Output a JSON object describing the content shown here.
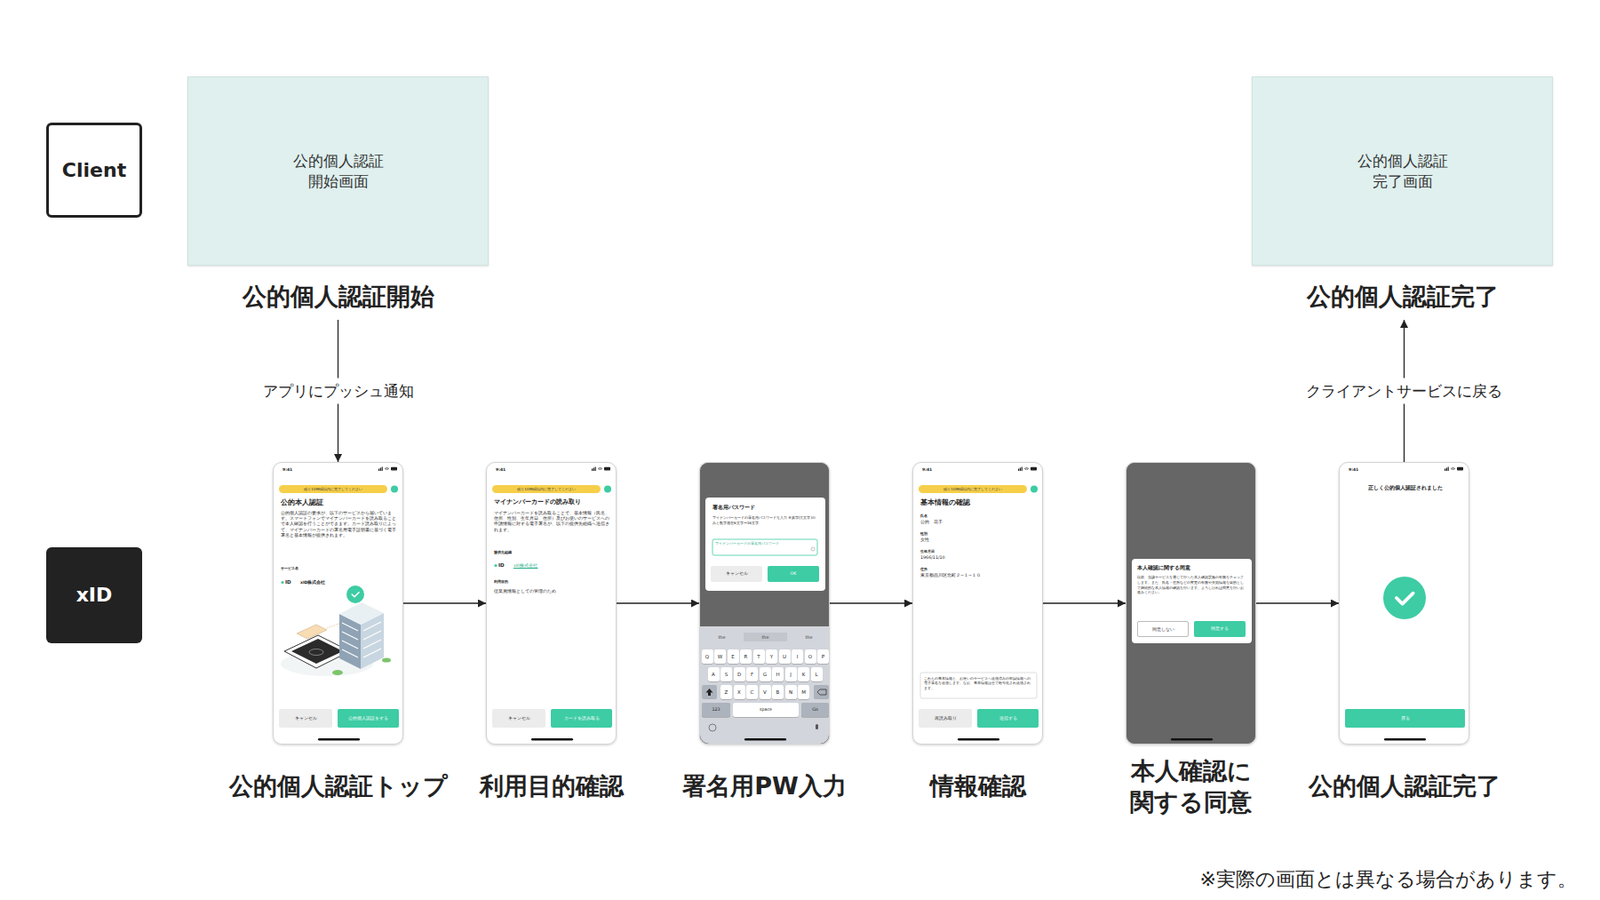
{
  "diagram": {
    "nodes": [
      {
        "text": [
          "Client"
        ]
      },
      {
        "text": [
          "公的個人認証 開始画面",
          "公的個人認証開始"
        ]
      },
      {
        "text": [
          "公的個人認証 完了画面",
          "公的個人認証完了"
        ]
      },
      {
        "text": [
          "xID"
        ]
      },
      {
        "text": [
          "公的個人認証トップ",
          "9:41",
          "残り10時間以内に完了してください",
          "公的本人認証",
          "公的個人認証の要求が、以下のサービスから届いています。スマートフォンでマイナンバーカードを読み取ることで本人確認を行うことができます。カード読み取りによって、マイナンバーカードの署名用電子証明書に基づく電子署名と基本情報が提供されます。",
          "サービス名",
          "ID",
          "xID株式会社",
          "キャンセル",
          "公的個人認証をする"
        ]
      },
      {
        "text": [
          "利用目的確認",
          "9:41",
          "残り10時間以内に完了してください",
          "マイナンバーカードの読み取り",
          "マイナンバーカードを読み取ることで、基本情報（氏名、住所、性別、生年月日、住所）及びお使いのサービスへの申請情報に対する電子署名が、以下の提供先組織へ送信されます。",
          "提供先組織",
          "ID",
          "xID株式会社",
          "利用目的",
          "従業員情報としての管理のため",
          "キャンセル",
          "カードを読み取る"
        ]
      },
      {
        "text": [
          "署名用PW入力",
          "署名用パスワード",
          "マイナンバーカードの署名用パスワードを入力 ※英字(大文字)のみと数字混在6文字〜16文字",
          "マイナンバーカードの署名用パスワード",
          "キャンセル",
          "OK",
          "the",
          "the",
          "the",
          "Q",
          "W",
          "E",
          "R",
          "T",
          "Y",
          "U",
          "I",
          "O",
          "P",
          "A",
          "S",
          "D",
          "F",
          "G",
          "H",
          "J",
          "K",
          "L",
          "Z",
          "X",
          "C",
          "V",
          "B",
          "N",
          "M",
          "123",
          "space",
          "Go"
        ]
      },
      {
        "text": [
          "情報確認",
          "9:41",
          "残り10時間以内に完了してください",
          "基本情報の確認",
          "氏名",
          "公的　花子",
          "性別",
          "女性",
          "生年月日",
          "1966/11/10",
          "住所",
          "東京都品川区北町２−１−１０",
          "これらの基本情報と、お使いのサービスへ送信済みの申請情報への電子署名を送信します。なお、基本情報は全て暗号化され送信されます。",
          "再読み取り",
          "送信する"
        ]
      },
      {
        "text": [
          "本人確認に 関する同意",
          "本人確認に関する同意",
          "以前、当該サービスを通じて行った本人確認実施の有無をチェックします。また、氏名・住所などの変更の有無や失効情報を目的として継続的な本人情報の確認を行います。よろしければ同意を行いお進みください。",
          "同意しない",
          "同意する"
        ]
      },
      {
        "text": [
          "公的個人認証完了",
          "9:41",
          "正しく公的個人認証されました",
          "戻る"
        ]
      }
    ],
    "edges": [
      {
        "from": 1,
        "to": 4,
        "label": "アプリにプッシュ通知",
        "arrow": "to"
      },
      {
        "from": 4,
        "to": 5,
        "arrow": "to"
      },
      {
        "from": 5,
        "to": 6,
        "arrow": "to"
      },
      {
        "from": 6,
        "to": 7,
        "arrow": "to"
      },
      {
        "from": 7,
        "to": 8,
        "arrow": "to"
      },
      {
        "from": 8,
        "to": 9,
        "arrow": "to"
      },
      {
        "from": 9,
        "to": 2,
        "label": "クライアントサービスに戻る",
        "arrow": "to"
      }
    ],
    "labels": [
      "※実際の画面とは異なる場合があります。"
    ]
  }
}
